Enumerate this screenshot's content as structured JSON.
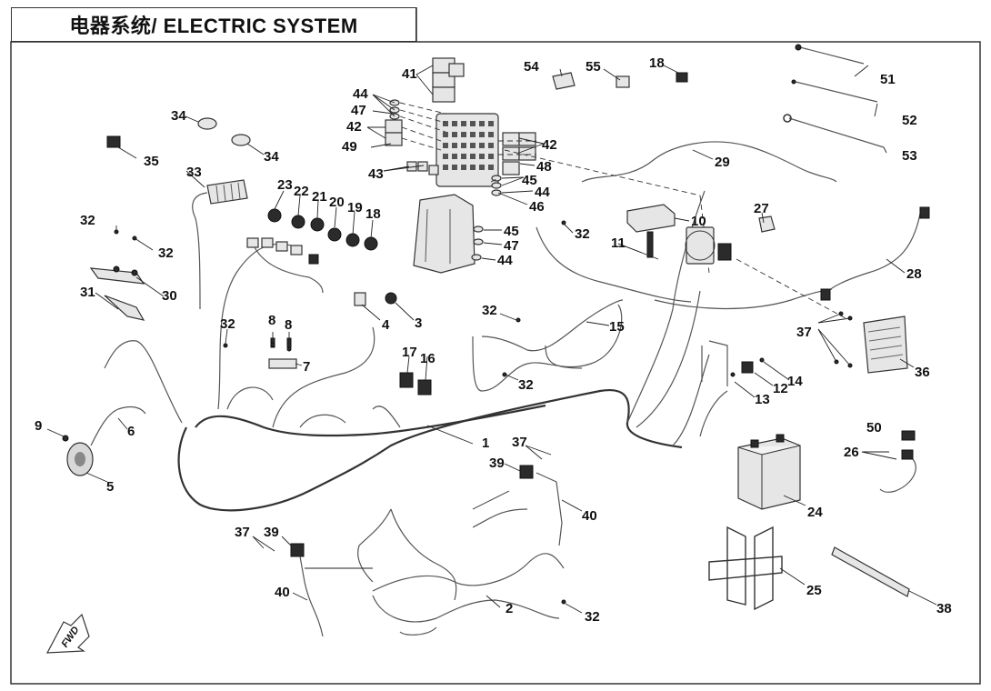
{
  "title": "电器系统/ ELECTRIC SYSTEM",
  "fwd_marker": "FWD",
  "callouts": [
    "1",
    "2",
    "3",
    "4",
    "5",
    "6",
    "7",
    "8",
    "9",
    "10",
    "11",
    "12",
    "13",
    "14",
    "15",
    "16",
    "17",
    "18",
    "19",
    "20",
    "21",
    "22",
    "23",
    "24",
    "25",
    "26",
    "27",
    "28",
    "29",
    "30",
    "31",
    "32",
    "33",
    "34",
    "35",
    "36",
    "37",
    "38",
    "39",
    "40",
    "41",
    "42",
    "43",
    "44",
    "45",
    "46",
    "47",
    "48",
    "49",
    "50",
    "51",
    "52",
    "53",
    "54",
    "55"
  ]
}
